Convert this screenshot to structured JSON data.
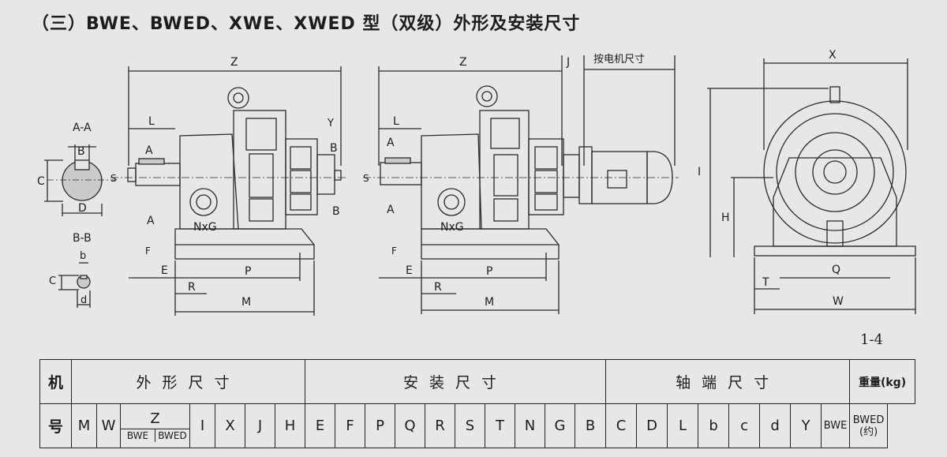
{
  "title": "（三）BWE、BWED、XWE、XWED 型（双级）外形及安装尺寸",
  "figure_number": "1-4",
  "section_labels": {
    "aa": "A-A",
    "bb": "B-B"
  },
  "drawing_labels": {
    "Z": "Z",
    "J": "J",
    "motor_size": "按电机尺寸",
    "X": "X",
    "L": "L",
    "A": "A",
    "B": "B",
    "C": "C",
    "D": "D",
    "b": "b",
    "d": "d",
    "Y": "Y",
    "S": "S",
    "NxG": "NxG",
    "F": "F",
    "E": "E",
    "P": "P",
    "R": "R",
    "M": "M",
    "I": "I",
    "H": "H",
    "Q": "Q",
    "T": "T",
    "W": "W"
  },
  "table": {
    "col0_top": "机",
    "col0_bottom": "号",
    "groups": {
      "outline": "外形尺寸",
      "install": "安装尺寸",
      "shaft": "轴端尺寸",
      "weight": "重量(kg)"
    },
    "outline_cols": {
      "M": "M",
      "W": "W",
      "Z": "Z",
      "Z_bwe": "BWE",
      "Z_bwed": "BWED",
      "I": "I",
      "X": "X",
      "J": "J"
    },
    "install_cols": [
      "H",
      "E",
      "F",
      "P",
      "Q",
      "R",
      "S",
      "T",
      "N",
      "G"
    ],
    "shaft_cols": [
      "B",
      "C",
      "D",
      "L",
      "b",
      "c",
      "d",
      "Y"
    ],
    "weight_cols": {
      "bwe": "BWE",
      "bwed": "BWED",
      "approx": "(约)"
    }
  }
}
